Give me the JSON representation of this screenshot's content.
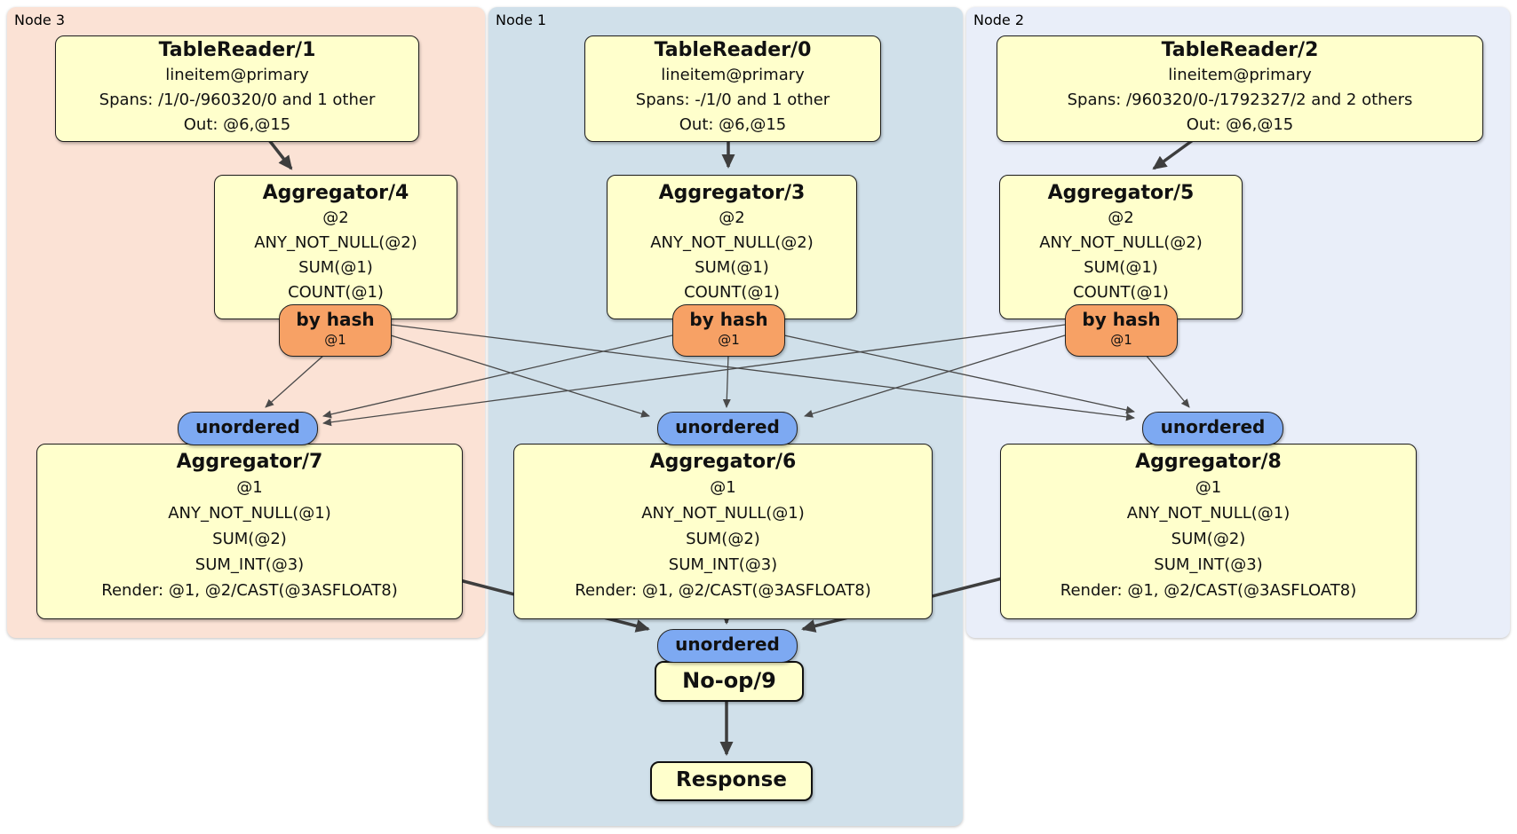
{
  "colors": {
    "node3_bg": "#fbe2d5",
    "node1_bg": "#d0e0ea",
    "node2_bg": "#e9eef9",
    "box_bg": "#ffffcc",
    "box_border": "#1c1c1c",
    "router_bg": "#f7a165",
    "sync_bg": "#7da9f2",
    "edge_thin": "#4a4a4a",
    "edge_thick": "#3e3e3e"
  },
  "regions": {
    "node3": {
      "label": "Node 3"
    },
    "node1": {
      "label": "Node 1"
    },
    "node2": {
      "label": "Node 2"
    }
  },
  "processors": {
    "tablereader1": {
      "title": "TableReader/1",
      "lines": [
        "lineitem@primary",
        "Spans: /1/0-/960320/0 and 1 other",
        "Out: @6,@15"
      ]
    },
    "tablereader0": {
      "title": "TableReader/0",
      "lines": [
        "lineitem@primary",
        "Spans: -/1/0 and 1 other",
        "Out: @6,@15"
      ]
    },
    "tablereader2": {
      "title": "TableReader/2",
      "lines": [
        "lineitem@primary",
        "Spans: /960320/0-/1792327/2 and 2 others",
        "Out: @6,@15"
      ]
    },
    "aggregator4": {
      "title": "Aggregator/4",
      "lines": [
        "@2",
        "ANY_NOT_NULL(@2)",
        "SUM(@1)",
        "COUNT(@1)"
      ]
    },
    "aggregator3": {
      "title": "Aggregator/3",
      "lines": [
        "@2",
        "ANY_NOT_NULL(@2)",
        "SUM(@1)",
        "COUNT(@1)"
      ]
    },
    "aggregator5": {
      "title": "Aggregator/5",
      "lines": [
        "@2",
        "ANY_NOT_NULL(@2)",
        "SUM(@1)",
        "COUNT(@1)"
      ]
    },
    "aggregator7": {
      "title": "Aggregator/7",
      "lines": [
        "@1",
        "ANY_NOT_NULL(@1)",
        "SUM(@2)",
        "SUM_INT(@3)",
        "Render: @1, @2/CAST(@3ASFLOAT8)"
      ]
    },
    "aggregator6": {
      "title": "Aggregator/6",
      "lines": [
        "@1",
        "ANY_NOT_NULL(@1)",
        "SUM(@2)",
        "SUM_INT(@3)",
        "Render: @1, @2/CAST(@3ASFLOAT8)"
      ]
    },
    "aggregator8": {
      "title": "Aggregator/8",
      "lines": [
        "@1",
        "ANY_NOT_NULL(@1)",
        "SUM(@2)",
        "SUM_INT(@3)",
        "Render: @1, @2/CAST(@3ASFLOAT8)"
      ]
    },
    "noop9": {
      "title": "No-op/9"
    },
    "response": {
      "title": "Response"
    }
  },
  "routers": {
    "hash_n3": {
      "label": "by hash",
      "detail": "@1"
    },
    "hash_n1": {
      "label": "by hash",
      "detail": "@1"
    },
    "hash_n2": {
      "label": "by hash",
      "detail": "@1"
    }
  },
  "syncs": {
    "unordered_n3": {
      "label": "unordered"
    },
    "unordered_n1": {
      "label": "unordered"
    },
    "unordered_n2": {
      "label": "unordered"
    },
    "unordered_final": {
      "label": "unordered"
    }
  }
}
